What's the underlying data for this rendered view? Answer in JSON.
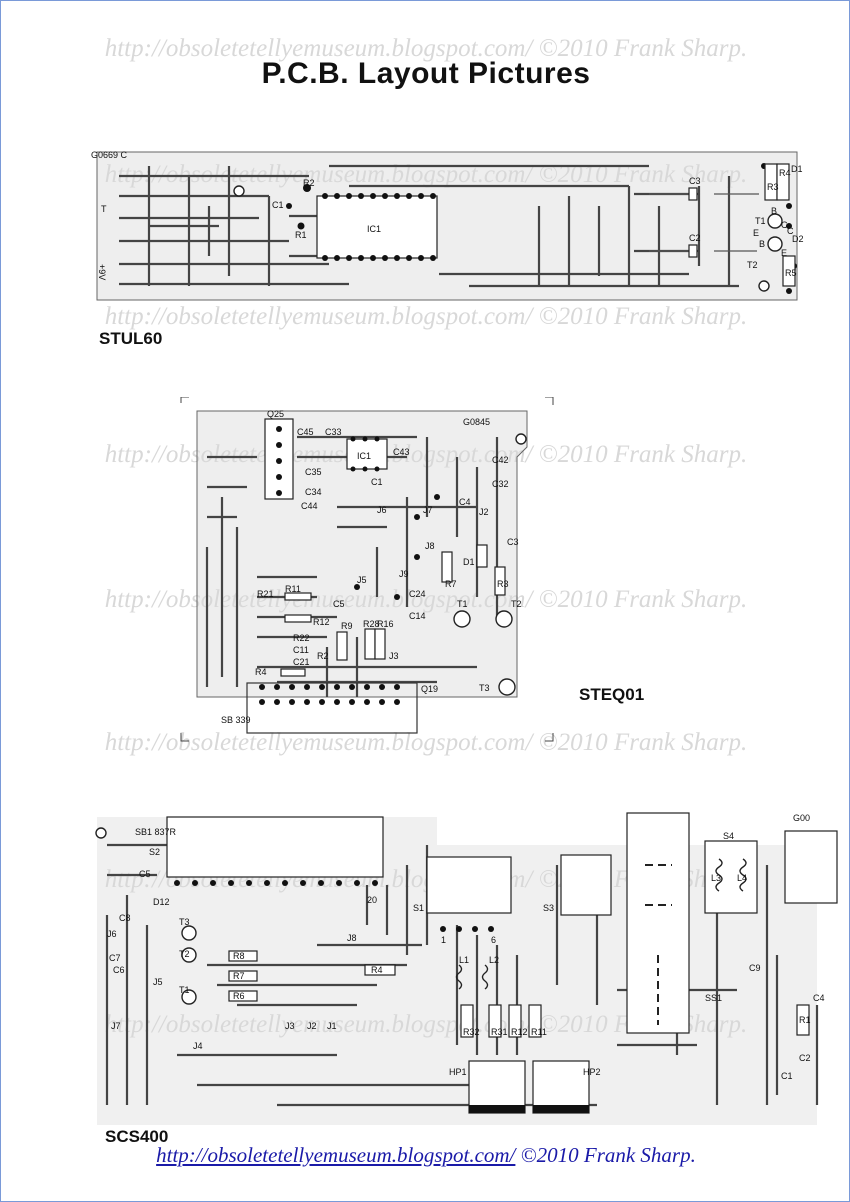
{
  "title": "P.C.B. Layout Pictures",
  "watermark": "http://obsoletetellyemuseum.blogspot.com/ ©2010 Frank Sharp.",
  "footer": {
    "url_text": "http://obsoletetellyemuseum.blogspot.com/",
    "copyright": "©2010 Frank Sharp."
  },
  "boards": {
    "stul60": {
      "name": "STUL60",
      "code": "G0669 C",
      "supply": "+9V",
      "labels": [
        "C1",
        "R2",
        "R1",
        "IC1",
        "C3",
        "C2",
        "R4",
        "R3",
        "D1",
        "T1",
        "T2",
        "D2",
        "R5",
        "C",
        "E",
        "B",
        "B",
        "E",
        "C",
        "T"
      ]
    },
    "steq01": {
      "name": "STEQ01",
      "code": "G0845",
      "connector": "Q19",
      "socket": "Q25",
      "ref": "SB 339",
      "labels": [
        "C45",
        "C33",
        "IC1",
        "C43",
        "C35",
        "C34",
        "C1",
        "C44",
        "C42",
        "C32",
        "J6",
        "C4",
        "J7",
        "J2",
        "C3",
        "J8",
        "D1",
        "J5",
        "J9",
        "R7",
        "R3",
        "R21",
        "R11",
        "C5",
        "C24",
        "R12",
        "C14",
        "T1",
        "T2",
        "R22",
        "C11",
        "C21",
        "R2",
        "R9",
        "R28",
        "R16",
        "J3",
        "R4",
        "T3"
      ]
    },
    "scs400": {
      "name": "SCS400",
      "code": "G00",
      "ref": "SB1 837R",
      "labels": [
        "S2",
        "C5",
        "D12",
        "C8",
        "T3",
        "J6",
        "C7",
        "C6",
        "T2",
        "J5",
        "T1",
        "R8",
        "R7",
        "R6",
        "J8",
        "R4",
        "J7",
        "J3",
        "J2",
        "J1",
        "J4",
        "S1",
        "L1",
        "L2",
        "R32",
        "R31",
        "R12",
        "R11",
        "HP1",
        "HP2",
        "S3",
        "S4",
        "L3",
        "L4",
        "C9",
        "SS1",
        "R1",
        "C4",
        "C2",
        "C1",
        "20",
        "1",
        "6"
      ]
    }
  }
}
